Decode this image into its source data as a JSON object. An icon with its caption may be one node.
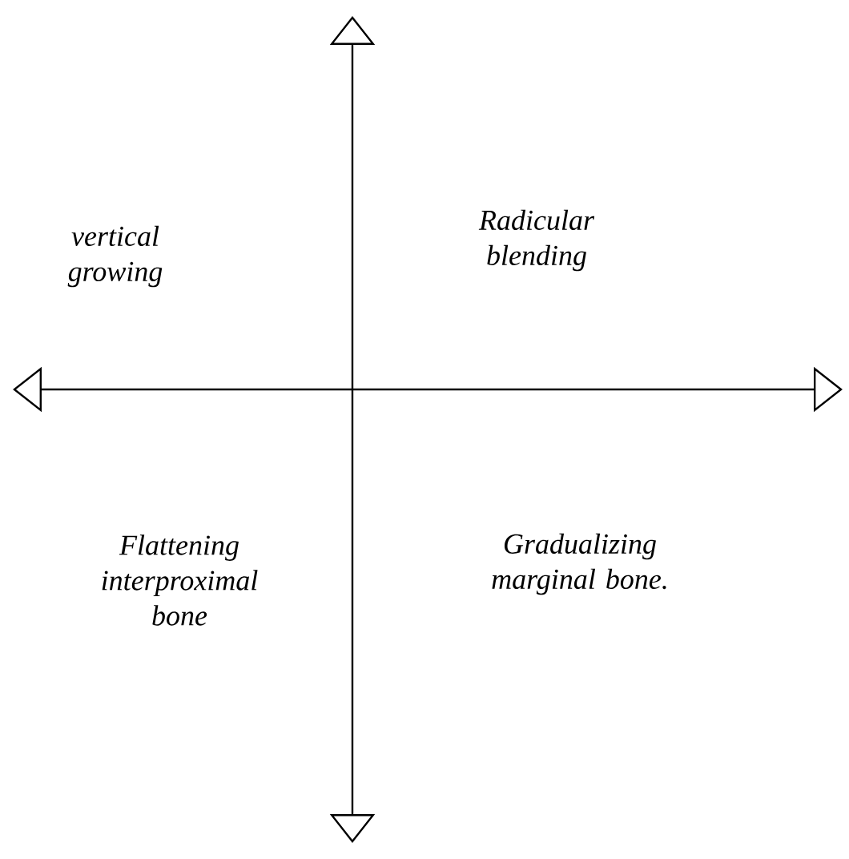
{
  "diagram": {
    "labels": [
      "vertical growing",
      "Radicular blending",
      "Flattening interproximal bone",
      "Gradualizing marginal bone."
    ]
  }
}
